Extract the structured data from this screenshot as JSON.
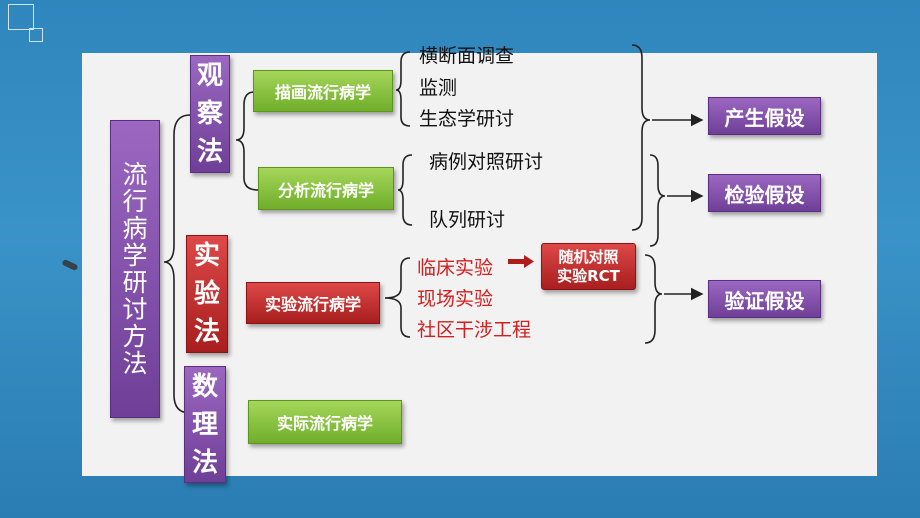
{
  "main_title": "流行病学研讨方法",
  "methods": [
    {
      "label": "观察法"
    },
    {
      "label": "实验法"
    },
    {
      "label": "数理法"
    }
  ],
  "sub": {
    "descriptive": "描画流行病学",
    "analytical": "分析流行病学",
    "experimental": "实验流行病学",
    "practical": "实际流行病学"
  },
  "items": {
    "desc": [
      "横断面调查",
      "监测",
      "生态学研讨"
    ],
    "anal": [
      "病例对照研讨",
      "队列研讨"
    ],
    "exp": [
      "临床实验",
      "现场实验",
      "社区干涉工程"
    ]
  },
  "rct": {
    "line1": "随机对照",
    "line2": "实验RCT"
  },
  "outcomes": [
    "产生假设",
    "检验假设",
    "验证假设"
  ],
  "colors": {
    "purple": "#7b4aa6",
    "red": "#c02a2a",
    "green": "#86c23c",
    "red_text": "#d21f1f"
  }
}
